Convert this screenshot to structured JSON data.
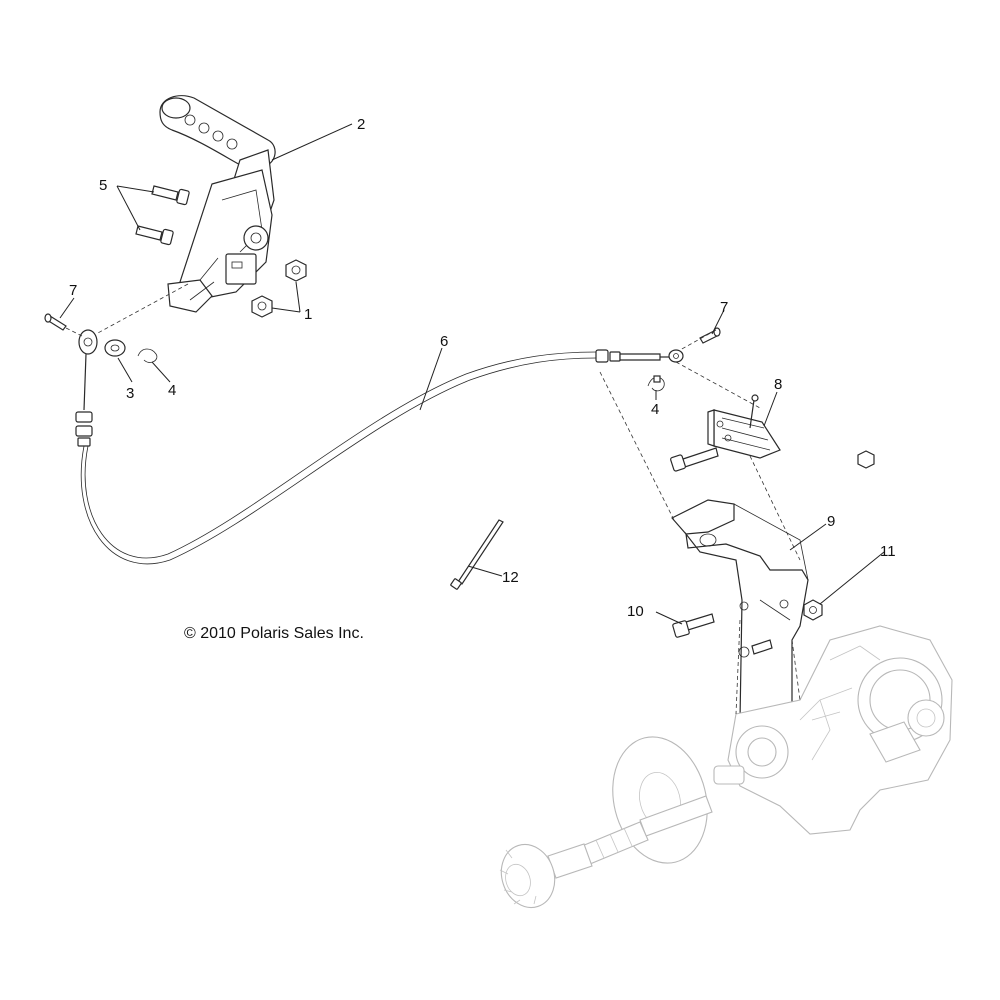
{
  "copyright": "© 2010 Polaris Sales Inc.",
  "callouts": {
    "c1": "1",
    "c2": "2",
    "c3": "3",
    "c4a": "4",
    "c4b": "4",
    "c5": "5",
    "c6": "6",
    "c7a": "7",
    "c7b": "7",
    "c8": "8",
    "c9": "9",
    "c10": "10",
    "c11": "11",
    "c12": "12"
  }
}
